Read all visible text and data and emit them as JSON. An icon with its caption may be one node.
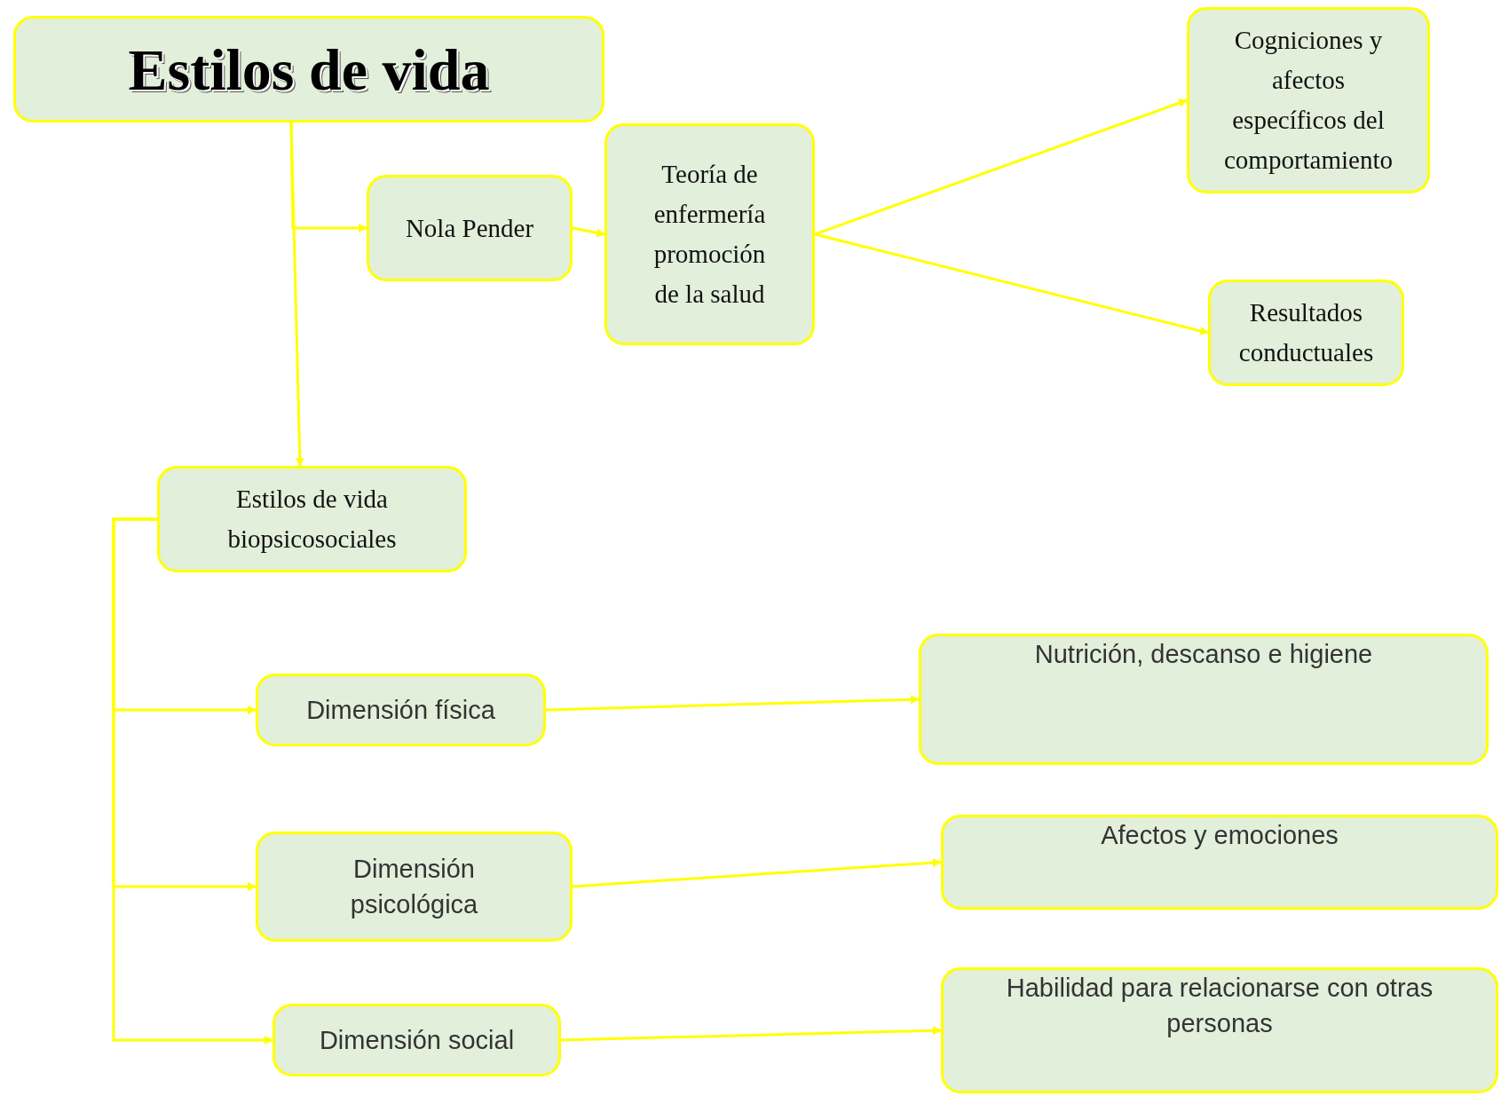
{
  "diagram": {
    "nodes": [
      {
        "text": [
          "Estilos de vida"
        ]
      },
      {
        "text": [
          "Nola Pender"
        ]
      },
      {
        "text": [
          "Teoría de enfermería promoción de la salud"
        ]
      },
      {
        "text": [
          "Cogniciones y afectos específicos del comportamiento"
        ]
      },
      {
        "text": [
          "Resultados conductuales"
        ]
      },
      {
        "text": [
          "Estilos de vida biopsicosociales"
        ]
      },
      {
        "text": [
          "Dimensión física"
        ]
      },
      {
        "text": [
          "Dimensión psicológica"
        ]
      },
      {
        "text": [
          "Dimensión social"
        ]
      },
      {
        "text": [
          "Nutrición, descanso e higiene"
        ]
      },
      {
        "text": [
          "Afectos y emociones"
        ]
      },
      {
        "text": [
          "Habilidad para relacionarse con otras personas"
        ]
      }
    ],
    "edges": [
      {
        "from": 0,
        "to": 5,
        "arrow": "to"
      },
      {
        "from": 0,
        "to": 1,
        "arrow": "to"
      },
      {
        "from": 1,
        "to": 2,
        "arrow": "to"
      },
      {
        "from": 2,
        "to": 3,
        "arrow": "to"
      },
      {
        "from": 2,
        "to": 4,
        "arrow": "to"
      },
      {
        "from": 5,
        "to": 6,
        "arrow": "to"
      },
      {
        "from": 5,
        "to": 7,
        "arrow": "to"
      },
      {
        "from": 5,
        "to": 8,
        "arrow": "to"
      },
      {
        "from": 6,
        "to": 9,
        "arrow": "to"
      },
      {
        "from": 7,
        "to": 10,
        "arrow": "to"
      },
      {
        "from": 8,
        "to": 11,
        "arrow": "to"
      }
    ]
  }
}
